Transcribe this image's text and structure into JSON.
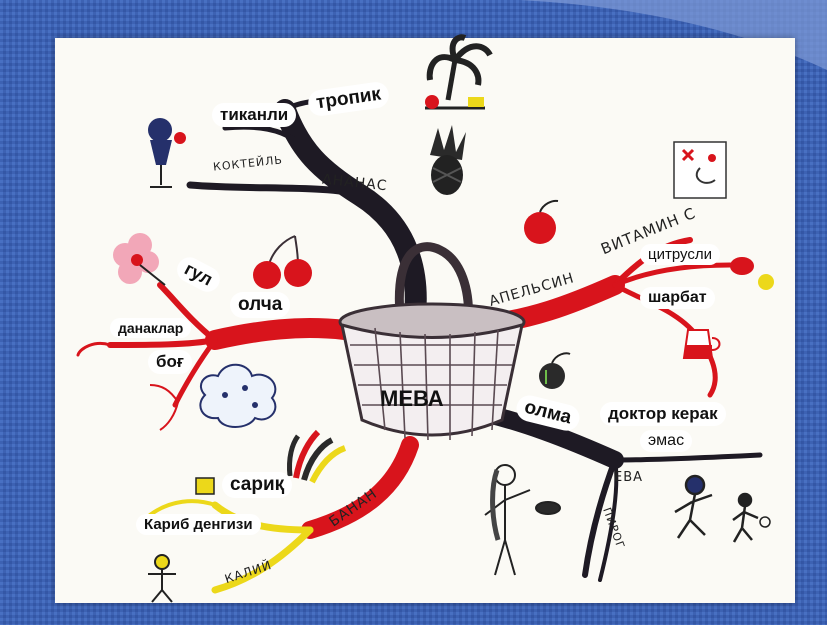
{
  "center": {
    "label": "МЕВА"
  },
  "branches": {
    "pineapple": {
      "name": "АНАНАС",
      "sub": [
        "тиканли",
        "тропик",
        "КОКТЕЙЛЬ"
      ]
    },
    "orange": {
      "name": "АПЕЛЬСИН",
      "sub": [
        "ВИТАМИН С",
        "цитрусли",
        "шарбат"
      ]
    },
    "apple": {
      "name": "олма",
      "sub": [
        "доктор керак",
        "эмас",
        "ЕВА",
        "ПИРОГ"
      ]
    },
    "banana": {
      "name": "БАНАН",
      "sub": [
        "сариқ",
        "Кариб денгизи",
        "КАЛИЙ"
      ]
    },
    "cherry": {
      "name": "олча",
      "sub": [
        "гул",
        "данаклар",
        "боғ"
      ]
    }
  },
  "colors": {
    "background_blue": "#3d62b3",
    "card": "#fbfaf5",
    "red_branch": "#d8141c",
    "dark_branch": "#1e1a24",
    "yellow_branch": "#ecd81a",
    "basket": "#5a4a52"
  },
  "icons": [
    "pineapple-icon",
    "palm-tree-icon",
    "cocktail-icon",
    "cherry-icon",
    "flower-icon",
    "tree-icon",
    "orange-icon",
    "lemon-icon",
    "jug-icon",
    "vitamin-sign-icon",
    "apple-icon",
    "eve-figure-icon",
    "banana-bunch-icon",
    "yellow-square-icon",
    "child-figure-icon",
    "runner-figures-icon",
    "basket-icon"
  ]
}
